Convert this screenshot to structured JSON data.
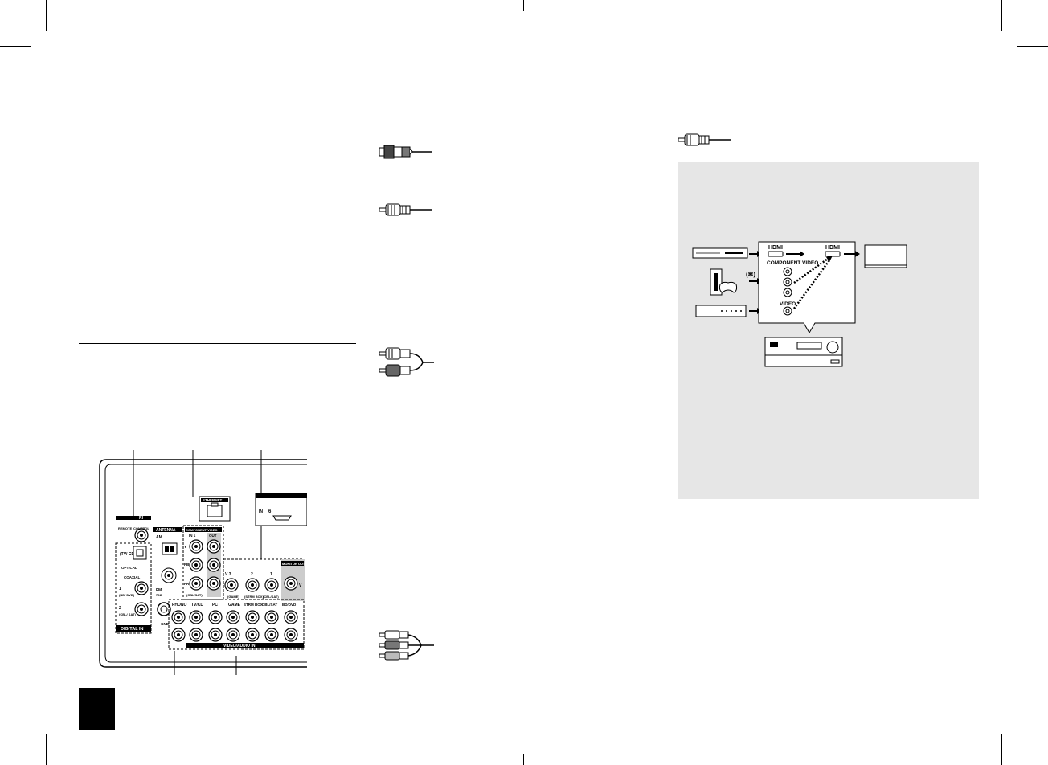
{
  "rear_panel": {
    "rihd": "RI",
    "remote": "REMOTE",
    "control": "CONTROL",
    "tv_cd": "(TV/\nCD)",
    "optical": "OPTICAL",
    "coaxial": "COAXIAL",
    "coax1": "1",
    "bd_dvd": "(BD/\nDVD)",
    "coax2": "2",
    "cbl_sat": "(CBL/\nSAT)",
    "digital_in": "DIGITAL IN",
    "antenna": "ANTENNA",
    "am": "AM",
    "fm": "FM",
    "ohm": "75Ω",
    "ethernet": "ETHERNET",
    "component_video": "COMPONENT VIDEO",
    "in1": "IN 1",
    "out": "OUT",
    "y": "Y",
    "pb": "PB",
    "pr": "PR",
    "cbl_sat_small": "(CBL/SAT)",
    "hdmi_in": "IN",
    "hdmi_num": "6",
    "monitor_out": "MONITOR OUT",
    "v": "V",
    "v3": "V 3",
    "game": "(GAME)",
    "n2": "2",
    "strm": "(STRM BOX)",
    "n1": "1",
    "cbl_sat2": "(CBL/SAT)",
    "phono": "PHONO",
    "gnd": "GND",
    "tv_cd2": "TV/CD",
    "pc": "PC",
    "game2": "GAME",
    "strm2": "STRM BOX",
    "cbl_sat3": "CBL/SAT",
    "bd_dvd2": "BD/DVD",
    "video_audio_in": "VIDEO/AUDIO IN"
  },
  "diagram": {
    "hdmi_left": "HDMI",
    "hdmi_right": "HDMI",
    "component_video": "COMPONENT VIDEO",
    "video": "VIDEO",
    "asterisk": "(✻)"
  },
  "colors": {
    "gray_box": "#e6e6e6",
    "page_tab": "#000000"
  }
}
